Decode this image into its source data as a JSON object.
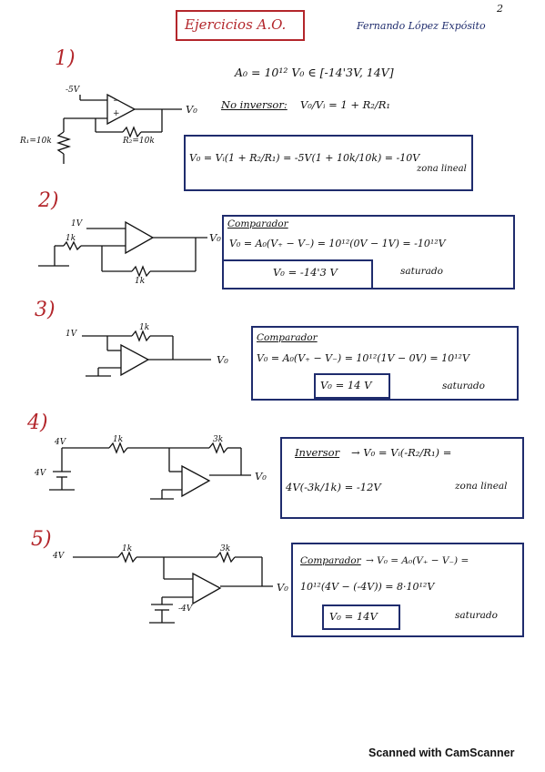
{
  "header": {
    "page_number": "2",
    "title": "Ejercicios  A.O.",
    "author": "Fernando López Expósito"
  },
  "exercises": [
    {
      "number": "1)",
      "given": "A₀ = 10¹²   V₀ ∈ [-14'3V, 14V]",
      "method": "No inversor:",
      "formula": "V₀/Vᵢ = 1 + R₂/R₁",
      "labels": {
        "vin": "-5V",
        "vout": "V₀",
        "r1": "R₁=10k",
        "r2": "R₂=10k"
      },
      "result_line": "V₀ = Vᵢ(1 + R₂/R₁) = -5V(1 + 10k/10k) = -10V",
      "result_note": "zona lineal"
    },
    {
      "number": "2)",
      "method": "Comparador",
      "labels": {
        "vin": "1V",
        "r_in": "1k",
        "r_fb": "1k",
        "vout": "V₀"
      },
      "equation": "V₀ = A₀(V₊ − V₋) = 10¹²(0V − 1V) = -10¹²V",
      "result": "V₀ = -14'3 V",
      "result_note": "saturado"
    },
    {
      "number": "3)",
      "method": "Comparador",
      "labels": {
        "vin": "1V",
        "r_fb": "1k",
        "vout": "V₀"
      },
      "equation": "V₀ = A₀(V₊ − V₋) = 10¹²(1V − 0V) = 10¹²V",
      "result": "V₀ = 14 V",
      "result_note": "saturado"
    },
    {
      "number": "4)",
      "method": "Inversor",
      "labels": {
        "vin": "4V",
        "battery": "4V",
        "r_in": "1k",
        "r_fb": "3k",
        "vout": "V₀"
      },
      "equation_1": "→ V₀ = Vᵢ(-R₂/R₁) =",
      "equation_2": "4V(-3k/1k) = -12V",
      "result_note": "zona lineal"
    },
    {
      "number": "5)",
      "method": "Comparador",
      "labels": {
        "vin": "4V",
        "battery": "-4V",
        "r_in": "1k",
        "r_fb": "3k",
        "vout": "V₀"
      },
      "equation_1": "→ V₀ = A₀(V₊ − V₋) =",
      "equation_2": "10¹²(4V − (-4V)) = 8·10¹²V",
      "result": "V₀ = 14V",
      "result_note": "saturado"
    }
  ],
  "footer": {
    "watermark": "Scanned with CamScanner"
  },
  "colors": {
    "title_ink": "#b3262b",
    "box_ink": "#1f2c6d",
    "pen": "#111111"
  }
}
